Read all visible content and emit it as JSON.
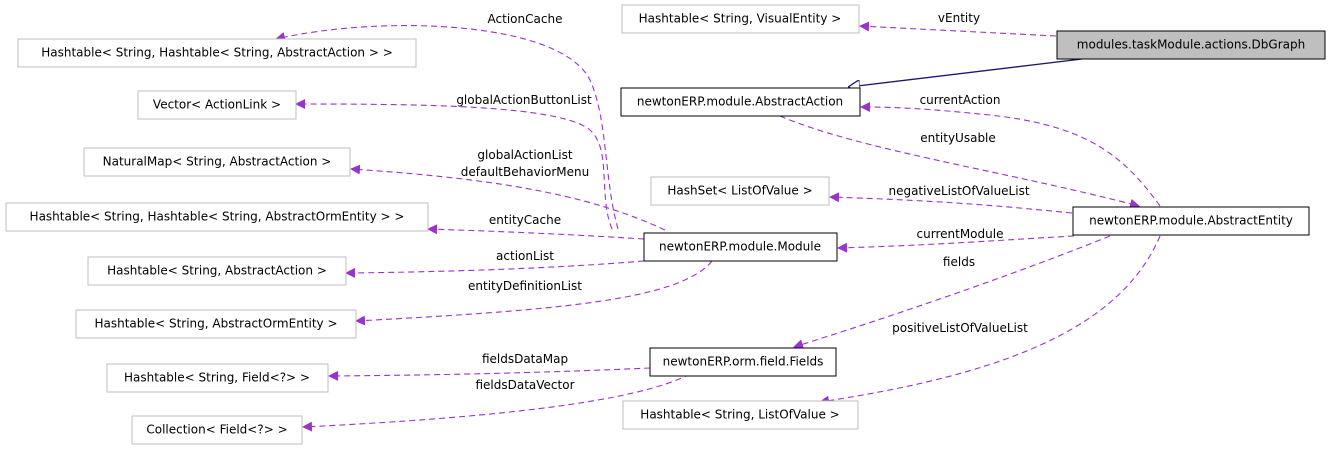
{
  "nodes": {
    "dbgraph": "modules.taskModule.actions.DbGraph",
    "vector_actionlink": "Vector< ActionLink >",
    "naturalmap": "NaturalMap< String, AbstractAction >",
    "ht_ht_ormentity": "Hashtable< String, Hashtable< String, AbstractOrmEntity > >",
    "ht_action": "Hashtable< String, AbstractAction >",
    "ht_ormentity": "Hashtable< String, AbstractOrmEntity >",
    "ht_field": "Hashtable< String, Field<?> >",
    "collection_field": "Collection< Field<?> >",
    "ht_visualentity": "Hashtable< String, VisualEntity >",
    "abstractaction": "newtonERP.module.AbstractAction",
    "hashset_lov": "HashSet< ListOfValue >",
    "module": "newtonERP.module.Module",
    "fields": "newtonERP.orm.field.Fields",
    "ht_lov": "Hashtable< String, ListOfValue >",
    "abstractentity": "newtonERP.module.AbstractEntity",
    "ht_ht_action": "Hashtable< String, Hashtable< String, AbstractAction > >"
  },
  "edges": {
    "vEntity": "vEntity",
    "actionCache": "ActionCache",
    "globalActionButtonList": "globalActionButtonList",
    "currentAction": "currentAction",
    "entityUsable": "entityUsable",
    "globalActionList": "globalActionList",
    "defaultBehaviorMenu": "defaultBehaviorMenu",
    "negativeListOfValueList": "negativeListOfValueList",
    "entityCache": "entityCache",
    "currentModule": "currentModule",
    "actionList": "actionList",
    "fields": "fields",
    "entityDefinitionList": "entityDefinitionList",
    "positiveListOfValueList": "positiveListOfValueList",
    "fieldsDataMap": "fieldsDataMap",
    "fieldsDataVector": "fieldsDataVector"
  },
  "colors": {
    "dependency": "#9a32cd",
    "inheritance": "#191970",
    "focus_fill": "#bfbfbf"
  }
}
